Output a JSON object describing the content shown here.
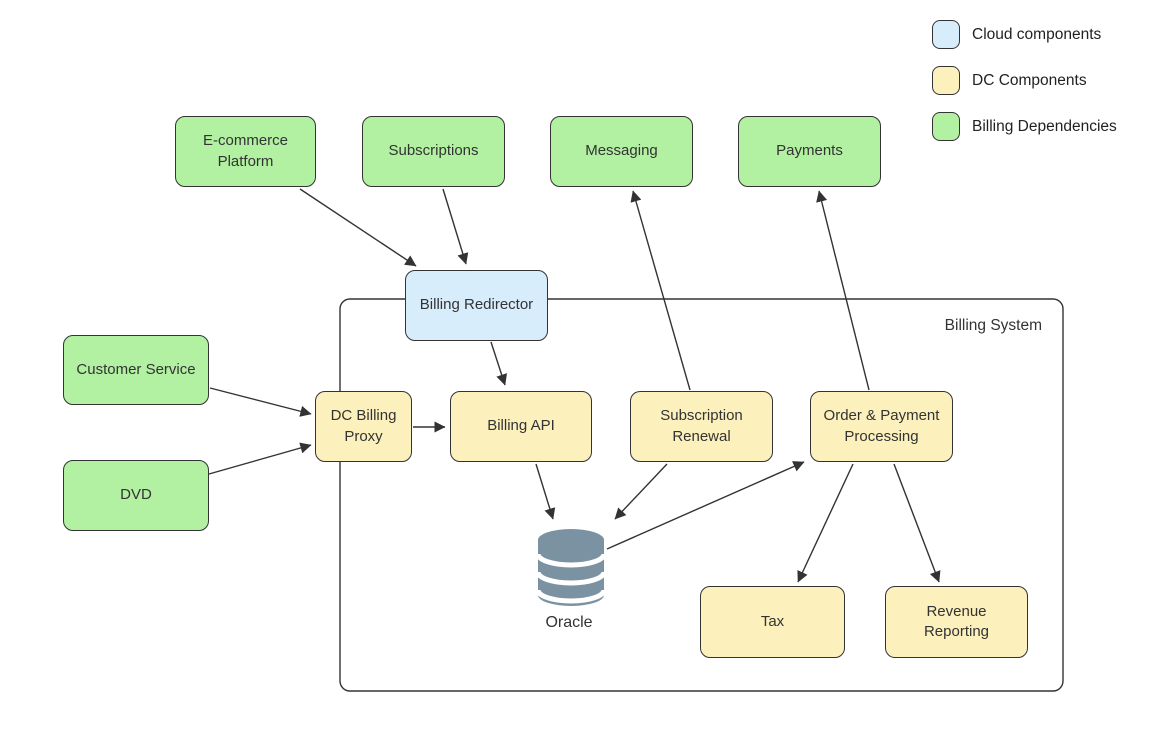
{
  "legend": {
    "items": [
      {
        "label": "Cloud components",
        "color": "#d7edfc"
      },
      {
        "label": "DC Components",
        "color": "#fcf0bc"
      },
      {
        "label": "Billing Dependencies",
        "color": "#b2f0a2"
      }
    ]
  },
  "container": {
    "label": "Billing System"
  },
  "nodes": {
    "ecommerce_platform": {
      "label": "E-commerce Platform",
      "type": "billing-dependency"
    },
    "subscriptions": {
      "label": "Subscriptions",
      "type": "billing-dependency"
    },
    "messaging": {
      "label": "Messaging",
      "type": "billing-dependency"
    },
    "payments": {
      "label": "Payments",
      "type": "billing-dependency"
    },
    "billing_redirector": {
      "label": "Billing Redirector",
      "type": "cloud-component"
    },
    "customer_service": {
      "label": "Customer Service",
      "type": "billing-dependency"
    },
    "dvd": {
      "label": "DVD",
      "type": "billing-dependency"
    },
    "dc_billing_proxy": {
      "label": "DC Billing Proxy",
      "type": "dc-component"
    },
    "billing_api": {
      "label": "Billing API",
      "type": "dc-component"
    },
    "subscription_renewal": {
      "label": "Subscription Renewal",
      "type": "dc-component"
    },
    "order_payment_processing": {
      "label": "Order & Payment Processing",
      "type": "dc-component"
    },
    "tax": {
      "label": "Tax",
      "type": "dc-component"
    },
    "revenue_reporting": {
      "label": "Revenue Reporting",
      "type": "dc-component"
    }
  },
  "database": {
    "label": "Oracle",
    "color": "#7a92a1"
  },
  "colors": {
    "cloud": "#d7edfc",
    "dc": "#fcf0bc",
    "dependency": "#b2f0a2",
    "stroke": "#333333",
    "text": "#333333"
  }
}
